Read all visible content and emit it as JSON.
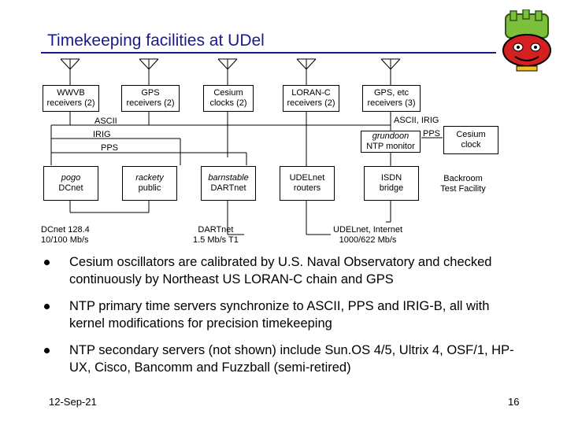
{
  "slide": {
    "title": "Timekeeping facilities at UDel",
    "date": "12-Sep-21",
    "page": "16"
  },
  "diagram": {
    "receivers": [
      {
        "line1": "WWVB",
        "line2": "receivers (2)"
      },
      {
        "line1": "GPS",
        "line2": "receivers (2)"
      },
      {
        "line1": "Cesium",
        "line2": "clocks (2)"
      },
      {
        "line1": "LORAN-C",
        "line2": "receivers (2)"
      },
      {
        "line1": "GPS, etc",
        "line2": "receivers (3)"
      }
    ],
    "signal_labels": {
      "ascii_left": "ASCII",
      "irig": "IRIG",
      "pps_left": "PPS",
      "ascii_irig_right": "ASCII, IRIG",
      "pps_right": "PPS"
    },
    "grundoon": {
      "line1": "grundoon",
      "line2": "NTP monitor"
    },
    "cesium_right": {
      "line1": "Cesium",
      "line2": "clock"
    },
    "servers": [
      {
        "line1": "pogo",
        "line2": "DCnet"
      },
      {
        "line1": "rackety",
        "line2": "public"
      },
      {
        "line1": "barnstable",
        "line2": "DARTnet"
      },
      {
        "line1": "UDELnet",
        "line2": "routers"
      },
      {
        "line1": "ISDN",
        "line2": "bridge"
      }
    ],
    "backroom": {
      "line1": "Backroom",
      "line2": "Test Facility"
    },
    "networks": [
      {
        "line1": "DCnet 128.4",
        "line2": "10/100 Mb/s"
      },
      {
        "line1": "DARTnet",
        "line2": "1.5 Mb/s T1"
      },
      {
        "line1": "UDELnet, Internet",
        "line2": "1000/622 Mb/s"
      }
    ]
  },
  "bullets": [
    "Cesium oscillators are calibrated by U.S. Naval Observatory and checked continuously by Northeast US LORAN-C chain and GPS",
    "NTP primary time servers synchronize to ASCII, PPS and IRIG-B, all with kernel modifications for precision timekeeping",
    "NTP secondary servers (not shown) include Sun.OS 4/5, Ultrix 4, OSF/1, HP-UX, Cisco, Bancomm and Fuzzball (semi-retired)"
  ]
}
